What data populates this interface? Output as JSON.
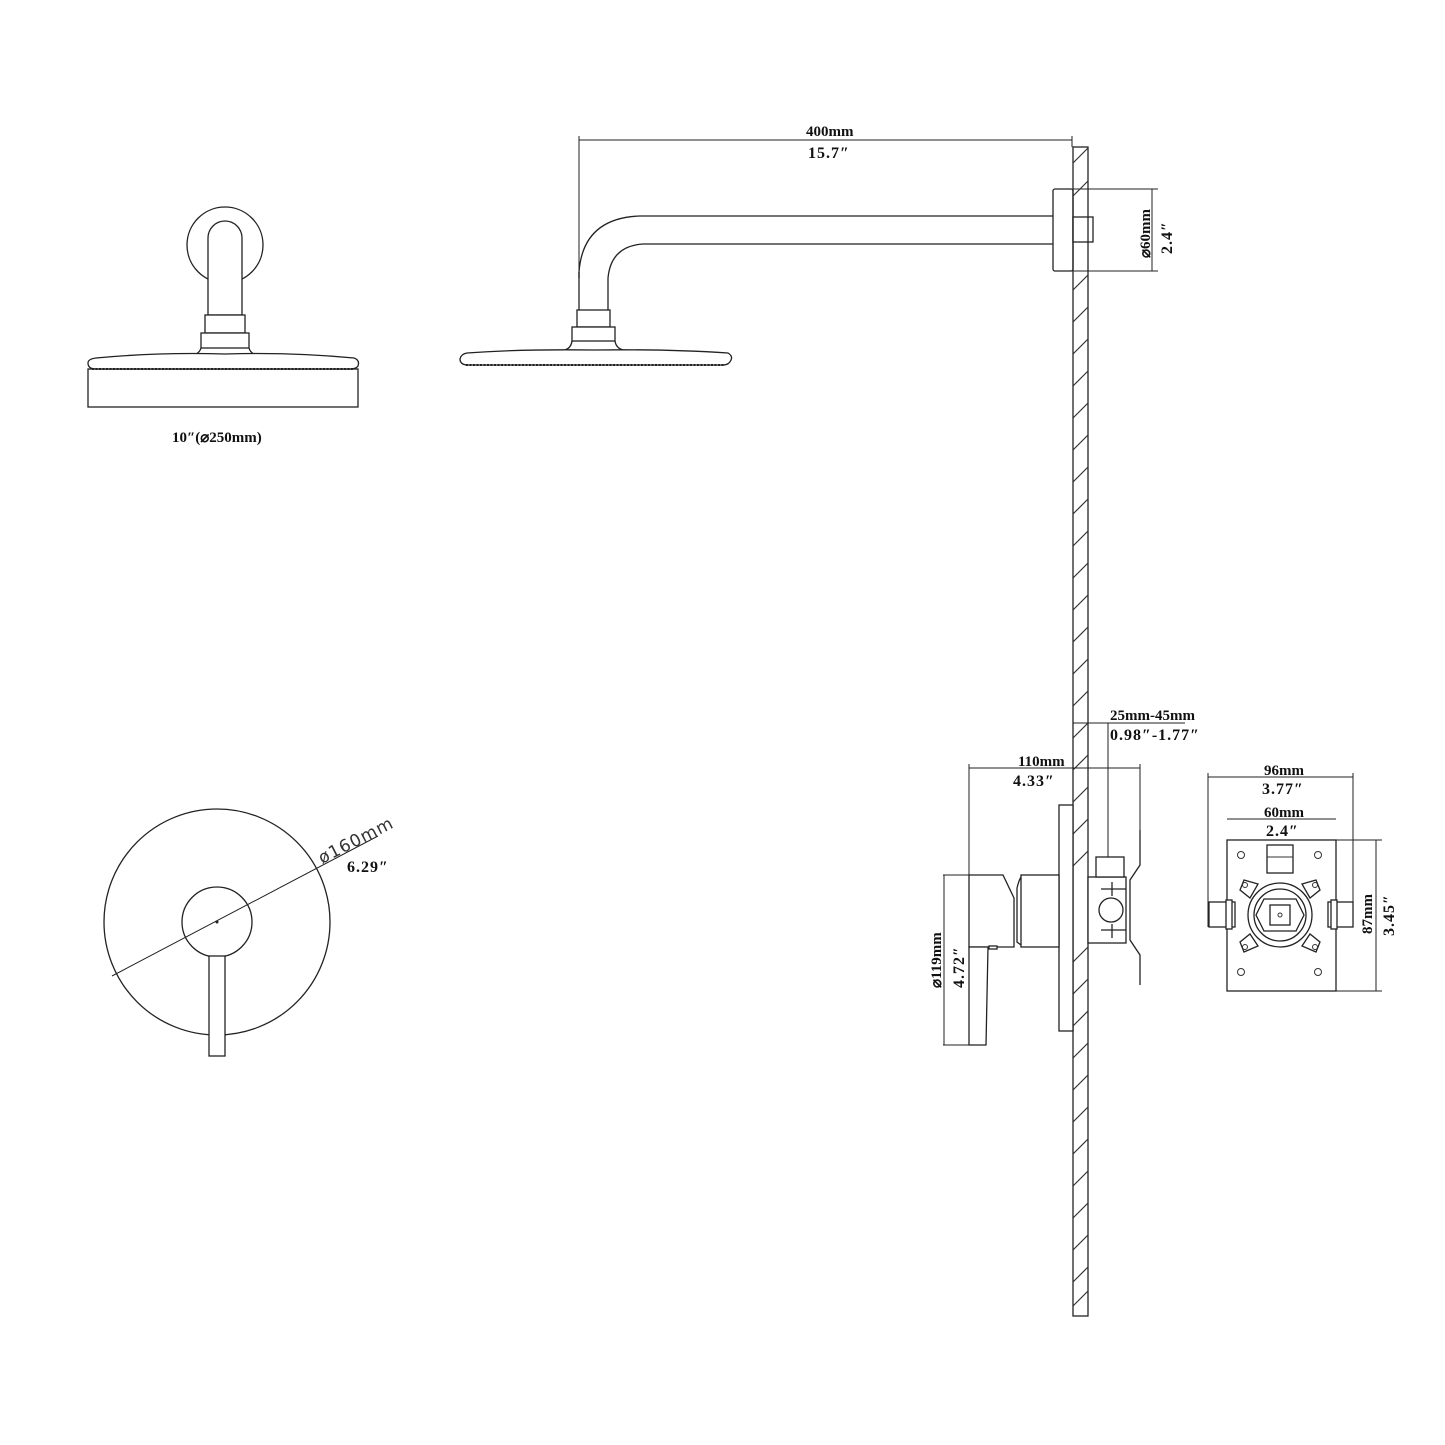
{
  "drawing": {
    "title": "Shower system dimension drawing",
    "line_color": "#222222",
    "background": "#ffffff"
  },
  "showerhead_front": {
    "diameter_label": "10″(⌀250mm)"
  },
  "shower_arm": {
    "length_mm": "400mm",
    "length_in": "15.7″",
    "flange_dia_mm": "⌀60mm",
    "flange_dia_in": "2.4″"
  },
  "trim_plate_front": {
    "diameter_mm": "ø160mm",
    "diameter_in": "6.29″"
  },
  "valve_side": {
    "wall_range_mm": "25mm-45mm",
    "wall_range_in": "0.98″-1.77″",
    "depth_mm": "110mm",
    "depth_in": "4.33″",
    "plate_dia_mm": "⌀119mm",
    "plate_dia_in": "4.72″"
  },
  "valve_body": {
    "width_mm": "96mm",
    "width_in": "3.77″",
    "inner_width_mm": "60mm",
    "inner_width_in": "2.4″",
    "height_mm": "87mm",
    "height_in": "3.45″"
  }
}
